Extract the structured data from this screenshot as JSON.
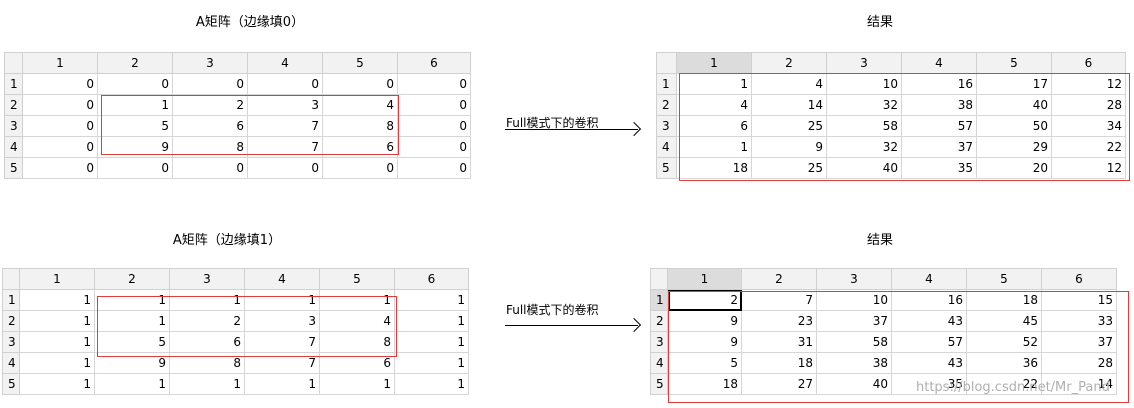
{
  "panels": [
    {
      "title": "A矩阵（边缘填0）",
      "col_headers": [
        "1",
        "2",
        "3",
        "4",
        "5",
        "6"
      ],
      "row_headers": [
        "1",
        "2",
        "3",
        "4",
        "5"
      ],
      "rows": [
        [
          "0",
          "0",
          "0",
          "0",
          "0",
          "0"
        ],
        [
          "0",
          "1",
          "2",
          "3",
          "4",
          "0"
        ],
        [
          "0",
          "5",
          "6",
          "7",
          "8",
          "0"
        ],
        [
          "0",
          "9",
          "8",
          "7",
          "6",
          "0"
        ],
        [
          "0",
          "0",
          "0",
          "0",
          "0",
          "0"
        ]
      ]
    },
    {
      "title": "结果",
      "col_headers": [
        "1",
        "2",
        "3",
        "4",
        "5",
        "6"
      ],
      "row_headers": [
        "1",
        "2",
        "3",
        "4",
        "5"
      ],
      "rows": [
        [
          "1",
          "4",
          "10",
          "16",
          "17",
          "12"
        ],
        [
          "4",
          "14",
          "32",
          "38",
          "40",
          "28"
        ],
        [
          "6",
          "25",
          "58",
          "57",
          "50",
          "34"
        ],
        [
          "1",
          "9",
          "32",
          "37",
          "29",
          "22"
        ],
        [
          "18",
          "25",
          "40",
          "35",
          "20",
          "12"
        ]
      ]
    },
    {
      "title": "A矩阵（边缘填1）",
      "col_headers": [
        "1",
        "2",
        "3",
        "4",
        "5",
        "6"
      ],
      "row_headers": [
        "1",
        "2",
        "3",
        "4",
        "5"
      ],
      "rows": [
        [
          "1",
          "1",
          "1",
          "1",
          "1",
          "1"
        ],
        [
          "1",
          "1",
          "2",
          "3",
          "4",
          "1"
        ],
        [
          "1",
          "5",
          "6",
          "7",
          "8",
          "1"
        ],
        [
          "1",
          "9",
          "8",
          "7",
          "6",
          "1"
        ],
        [
          "1",
          "1",
          "1",
          "1",
          "1",
          "1"
        ]
      ]
    },
    {
      "title": "结果",
      "col_headers": [
        "1",
        "2",
        "3",
        "4",
        "5",
        "6"
      ],
      "row_headers": [
        "1",
        "2",
        "3",
        "4",
        "5"
      ],
      "rows": [
        [
          "2",
          "7",
          "10",
          "16",
          "18",
          "15"
        ],
        [
          "9",
          "23",
          "37",
          "43",
          "45",
          "33"
        ],
        [
          "9",
          "31",
          "58",
          "57",
          "52",
          "37"
        ],
        [
          "5",
          "18",
          "38",
          "43",
          "36",
          "28"
        ],
        [
          "18",
          "27",
          "40",
          "35",
          "22",
          "14"
        ]
      ]
    }
  ],
  "arrow_label_top": "Full模式下的卷积",
  "arrow_label_bottom": "Full模式下的卷积",
  "watermark": "https://blog.csdn.net/Mr_Pand"
}
